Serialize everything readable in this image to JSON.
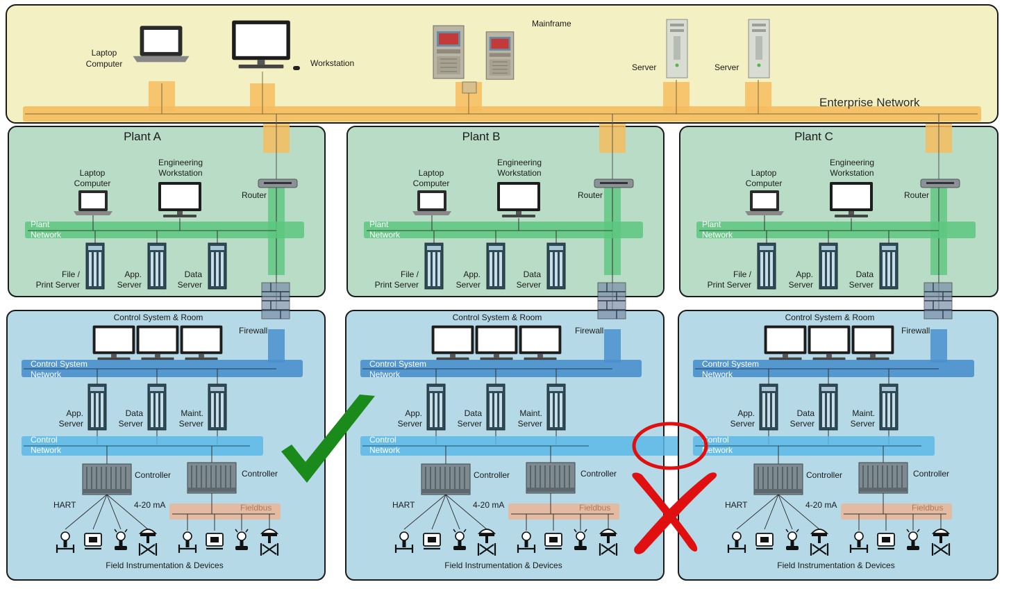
{
  "enterprise": {
    "network_label": "Enterprise Network",
    "laptop": "Laptop Computer",
    "workstation": "Workstation",
    "mainframe": "Mainframe",
    "server1": "Server",
    "server2": "Server"
  },
  "plants": [
    {
      "title": "Plant A"
    },
    {
      "title": "Plant B"
    },
    {
      "title": "Plant C"
    }
  ],
  "plant_labels": {
    "laptop": "Laptop Computer",
    "eng_ws": "Engineering Workstation",
    "router": "Router",
    "plant_network": "Plant Network",
    "file_print": "File / Print Server",
    "app_server": "App. Server",
    "data_server": "Data Server"
  },
  "control_labels": {
    "room": "Control System & Room",
    "firewall": "Firewall",
    "cs_network": "Control System Network",
    "app_server": "App. Server",
    "data_server": "Data Server",
    "maint_server": "Maint. Server",
    "control_network": "Control Network",
    "controller": "Controller",
    "hart": "HART",
    "ma": "4-20 mA",
    "fieldbus": "Fieldbus",
    "field": "Field Instrumentation & Devices"
  },
  "colors": {
    "enterprise_bg": "#f3f0c4",
    "plant_bg": "#b9dcc7",
    "control_bg": "#b5d9e6",
    "orange_bus": "#f6bd5e",
    "green_bus": "#5cc77e",
    "dark_blue_bus": "#4a8fcc",
    "light_blue_bus": "#5cb8e6",
    "fieldbus": "#e8b79a",
    "check": "#1a8a1a",
    "cross": "#e01010"
  }
}
